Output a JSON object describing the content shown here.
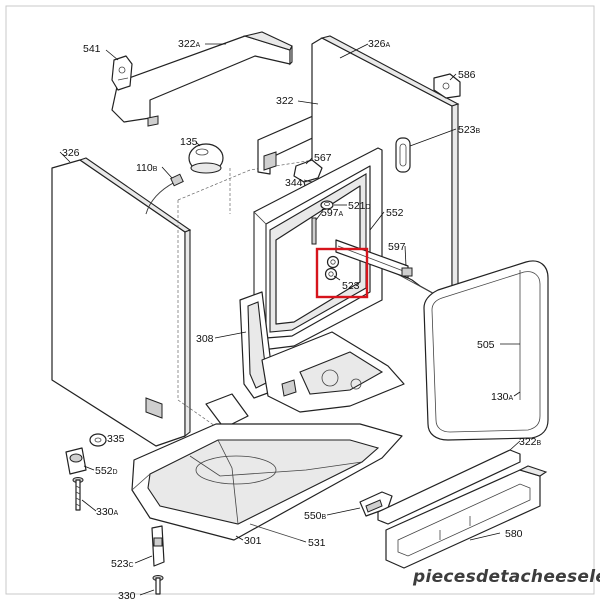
{
  "diagram": {
    "parts": [
      {
        "num": "541",
        "sub": ""
      },
      {
        "num": "322",
        "sub": "A"
      },
      {
        "num": "326",
        "sub": "A"
      },
      {
        "num": "586",
        "sub": ""
      },
      {
        "num": "322",
        "sub": ""
      },
      {
        "num": "523",
        "sub": "B"
      },
      {
        "num": "135",
        "sub": ""
      },
      {
        "num": "567",
        "sub": ""
      },
      {
        "num": "326",
        "sub": ""
      },
      {
        "num": "110",
        "sub": "B"
      },
      {
        "num": "344",
        "sub": ""
      },
      {
        "num": "521",
        "sub": "D"
      },
      {
        "num": "597",
        "sub": "A"
      },
      {
        "num": "552",
        "sub": ""
      },
      {
        "num": "597",
        "sub": ""
      },
      {
        "num": "523",
        "sub": ""
      },
      {
        "num": "308",
        "sub": ""
      },
      {
        "num": "505",
        "sub": ""
      },
      {
        "num": "130",
        "sub": "A"
      },
      {
        "num": "335",
        "sub": ""
      },
      {
        "num": "552",
        "sub": "D"
      },
      {
        "num": "322",
        "sub": "B"
      },
      {
        "num": "330",
        "sub": "A"
      },
      {
        "num": "550",
        "sub": "B"
      },
      {
        "num": "301",
        "sub": ""
      },
      {
        "num": "531",
        "sub": ""
      },
      {
        "num": "580",
        "sub": ""
      },
      {
        "num": "523",
        "sub": "C"
      },
      {
        "num": "330",
        "sub": ""
      }
    ],
    "highlighted_part": "523",
    "highlight_color": "#d6141c",
    "watermark": "piecesdetacheeselec.com"
  }
}
